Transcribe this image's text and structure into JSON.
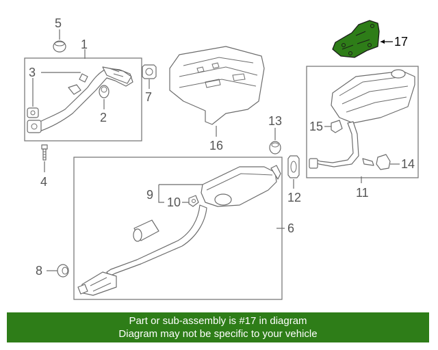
{
  "diagram": {
    "callouts": {
      "c1": "1",
      "c2": "2",
      "c3": "3",
      "c4": "4",
      "c5": "5",
      "c6": "6",
      "c7": "7",
      "c8": "8",
      "c9": "9",
      "c10": "10",
      "c11": "11",
      "c12": "12",
      "c13": "13",
      "c14": "14",
      "c15": "15",
      "c16": "16",
      "c17": "17"
    },
    "highlight_color": "#2e7d18"
  },
  "banner": {
    "line1": "Part or sub-assembly is #17 in diagram",
    "line2": "Diagram may not be specific to your vehicle",
    "background": "#2e7d18"
  }
}
